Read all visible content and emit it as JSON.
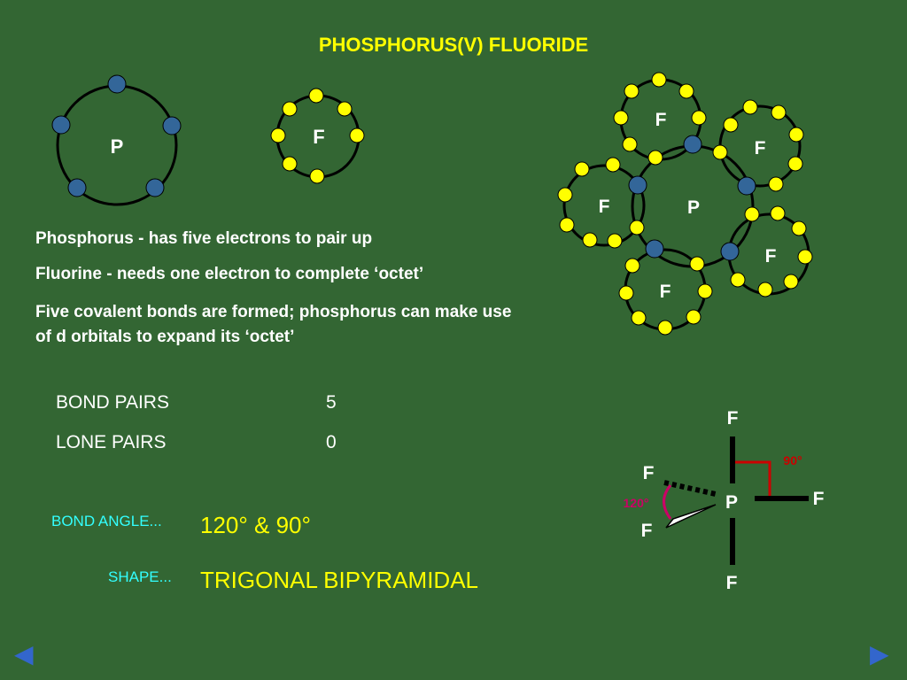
{
  "title": "PHOSPHORUS(V) FLUORIDE",
  "atoms": {
    "phosphorus": "P",
    "fluorine": "F"
  },
  "notes": [
    "Phosphorus - has five electrons to pair up",
    "Fluorine - needs one electron to complete ‘octet’",
    "Five covalent bonds are formed; phosphorus can make use of d orbitals to expand its ‘octet’"
  ],
  "pairs": {
    "bond_label": "BOND PAIRS",
    "bond_value": "5",
    "lone_label": "LONE PAIRS",
    "lone_value": "0"
  },
  "bond_angle": {
    "label": "BOND ANGLE...",
    "value": "120°  &  90°"
  },
  "shape": {
    "label": "SHAPE...",
    "value": "TRIGONAL BIPYRAMIDAL"
  },
  "geometry": {
    "angle_120": "120°",
    "angle_90": "90°"
  },
  "nav": {
    "prev": "◀",
    "next": "▶"
  },
  "colors": {
    "background": "#336633",
    "title": "#ffff00",
    "p_electron": "#336699",
    "f_electron": "#ffff00",
    "cyan_label": "#33ffff",
    "angle_120": "#cc0066",
    "angle_90": "#cc0000"
  }
}
